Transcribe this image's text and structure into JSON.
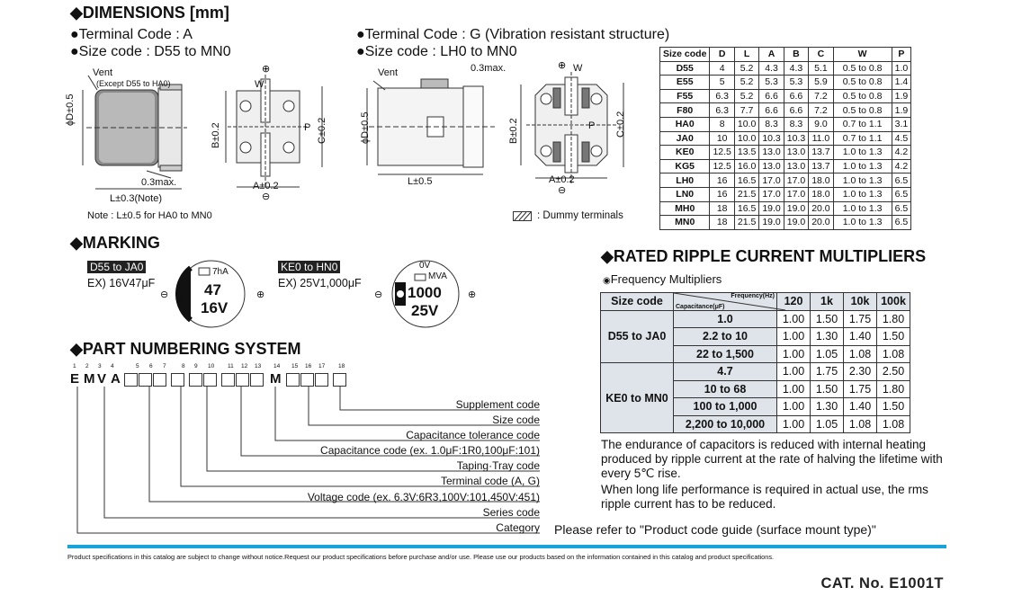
{
  "dimensions": {
    "title": "◆DIMENSIONS [mm]",
    "terminal_a": "●Terminal Code : A",
    "size_a": "●Size code : D55 to MN0",
    "terminal_g": "●Terminal Code : G (Vibration resistant structure)",
    "size_g": "●Size code : LH0 to MN0",
    "vent": "Vent",
    "vent_except": "(Except D55 to HA0)",
    "vent2": "Vent",
    "max03": "0.3max.",
    "max03b": "0.3max.",
    "l_note": "L±0.3(Note)",
    "l_05": "L±0.5",
    "a_02": "A±0.2",
    "a_02b": "A±0.2",
    "phi_d": "ϕD±0.5",
    "phi_d2": "ϕD±0.5",
    "b_02": "B±0.2",
    "b_02b": "B±0.2",
    "c_02": "C±0.2",
    "c_02b": "C±0.2",
    "w": "W",
    "w2": "W",
    "p": "P",
    "p2": "P",
    "note": "Note : L±0.5 for HA0 to MN0",
    "dummy": ": Dummy terminals",
    "table_headers": [
      "Size code",
      "D",
      "L",
      "A",
      "B",
      "C",
      "W",
      "P"
    ],
    "table_rows": [
      [
        "D55",
        "4",
        "5.2",
        "4.3",
        "4.3",
        "5.1",
        "0.5 to 0.8",
        "1.0"
      ],
      [
        "E55",
        "5",
        "5.2",
        "5.3",
        "5.3",
        "5.9",
        "0.5 to 0.8",
        "1.4"
      ],
      [
        "F55",
        "6.3",
        "5.2",
        "6.6",
        "6.6",
        "7.2",
        "0.5 to 0.8",
        "1.9"
      ],
      [
        "F80",
        "6.3",
        "7.7",
        "6.6",
        "6.6",
        "7.2",
        "0.5 to 0.8",
        "1.9"
      ],
      [
        "HA0",
        "8",
        "10.0",
        "8.3",
        "8.3",
        "9.0",
        "0.7 to 1.1",
        "3.1"
      ],
      [
        "JA0",
        "10",
        "10.0",
        "10.3",
        "10.3",
        "11.0",
        "0.7 to 1.1",
        "4.5"
      ],
      [
        "KE0",
        "12.5",
        "13.5",
        "13.0",
        "13.0",
        "13.7",
        "1.0 to 1.3",
        "4.2"
      ],
      [
        "KG5",
        "12.5",
        "16.0",
        "13.0",
        "13.0",
        "13.7",
        "1.0 to 1.3",
        "4.2"
      ],
      [
        "LH0",
        "16",
        "16.5",
        "17.0",
        "17.0",
        "18.0",
        "1.0 to 1.3",
        "6.5"
      ],
      [
        "LN0",
        "16",
        "21.5",
        "17.0",
        "17.0",
        "18.0",
        "1.0 to 1.3",
        "6.5"
      ],
      [
        "MH0",
        "18",
        "16.5",
        "19.0",
        "19.0",
        "20.0",
        "1.0 to 1.3",
        "6.5"
      ],
      [
        "MN0",
        "18",
        "21.5",
        "19.0",
        "19.0",
        "20.0",
        "1.0 to 1.3",
        "6.5"
      ]
    ]
  },
  "marking": {
    "title": "◆MARKING",
    "tag1": "D55 to JA0",
    "ex1": "EX) 16V47μF",
    "cap1_top": "7hA",
    "cap1_val": "47",
    "cap1_v": "16V",
    "tag2": "KE0 to HN0",
    "ex2": "EX) 25V1,000μF",
    "cap2_top": "0V",
    "cap2_mva": "MVA",
    "cap2_val": "1000",
    "cap2_v": "25V"
  },
  "part_numbering": {
    "title": "◆PART NUMBERING SYSTEM",
    "digits": [
      "1",
      "2",
      "3",
      "4",
      "5",
      "6",
      "7",
      "8",
      "9",
      "10",
      "11",
      "12",
      "13",
      "14",
      "15",
      "16",
      "17",
      "18"
    ],
    "letters": [
      "E",
      "M",
      "V",
      "A"
    ],
    "m_letter": "M",
    "labels": [
      "Supplement code",
      "Size code",
      "Capacitance tolerance code",
      "Capacitance code (ex. 1.0μF:1R0,100μF:101)",
      "Taping·Tray code",
      "Terminal code (A, G)",
      "Voltage code (ex. 6.3V:6R3,100V:101,450V:451)",
      "Series code",
      "Category"
    ],
    "refer": "Please refer to \"Product code guide (surface mount type)\""
  },
  "ripple": {
    "title": "◆RATED RIPPLE CURRENT MULTIPLIERS",
    "subtitle": "Frequency Multipliers",
    "size_code": "Size code",
    "freq_label": "Frequency(Hz)",
    "cap_label": "Capacitance(μF)",
    "freqs": [
      "120",
      "1k",
      "10k",
      "100k"
    ],
    "group1": "D55 to JA0",
    "group2": "KE0 to MN0",
    "rows": [
      [
        "1.0",
        "1.00",
        "1.50",
        "1.75",
        "1.80"
      ],
      [
        "2.2 to 10",
        "1.00",
        "1.30",
        "1.40",
        "1.50"
      ],
      [
        "22 to 1,500",
        "1.00",
        "1.05",
        "1.08",
        "1.08"
      ],
      [
        "4.7",
        "1.00",
        "1.75",
        "2.30",
        "2.50"
      ],
      [
        "10 to 68",
        "1.00",
        "1.50",
        "1.75",
        "1.80"
      ],
      [
        "100 to 1,000",
        "1.00",
        "1.30",
        "1.40",
        "1.50"
      ],
      [
        "2,200 to 10,000",
        "1.00",
        "1.05",
        "1.08",
        "1.08"
      ]
    ],
    "para1": "The endurance of capacitors is reduced with internal heating produced by ripple current at the rate of halving the lifetime with every 5℃ rise.",
    "para2": "When long life performance is required in actual use, the rms ripple current has to be reduced."
  },
  "footer": {
    "disclaimer": "Product specifications in this catalog are subject to change without notice.Request our product specifications before purchase and/or use. Please use our products based on the information contained in this catalog and product specifications.",
    "cat_no": "CAT. No. E1001T",
    "bar_color": "#1aa3d9"
  }
}
